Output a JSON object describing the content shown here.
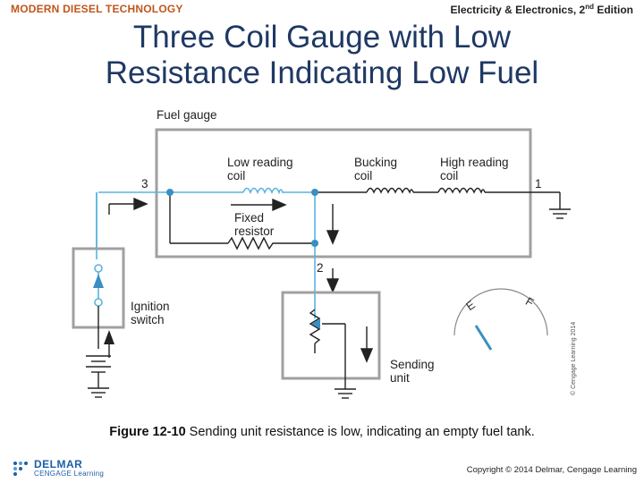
{
  "header": {
    "publisher": "MODERN DIESEL TECHNOLOGY",
    "edition_prefix": "Electricity & Electronics, 2",
    "edition_sup": "nd",
    "edition_suffix": " Edition"
  },
  "title": {
    "line1": "Three Coil Gauge with Low",
    "line2": "Resistance Indicating Low Fuel"
  },
  "diagram": {
    "fuel_gauge_label": "Fuel gauge",
    "low_coil_label": [
      "Low reading",
      "coil"
    ],
    "bucking_coil_label": [
      "Bucking",
      "coil"
    ],
    "high_coil_label": [
      "High reading",
      "coil"
    ],
    "fixed_resistor_label": [
      "Fixed",
      "resistor"
    ],
    "ignition_switch_label": [
      "Ignition",
      "switch"
    ],
    "sending_unit_label": [
      "Sending",
      "unit"
    ],
    "terminal_3": "3",
    "terminal_1": "1",
    "terminal_2": "2",
    "gauge_empty": "E",
    "gauge_full": "F",
    "credit": "© Cengage Learning 2014",
    "colors": {
      "circuit_blue": "#5ab4e0",
      "frame_gray": "#a0a0a0",
      "line_dark": "#222222"
    }
  },
  "caption": {
    "figure": "Figure 12-10",
    "text": " Sending unit resistance is low, indicating an empty fuel tank."
  },
  "footer": {
    "logo_word": "DELMAR",
    "logo_sub": "CENGAGE Learning",
    "copyright": "Copyright © 2014 Delmar, Cengage Learning"
  }
}
